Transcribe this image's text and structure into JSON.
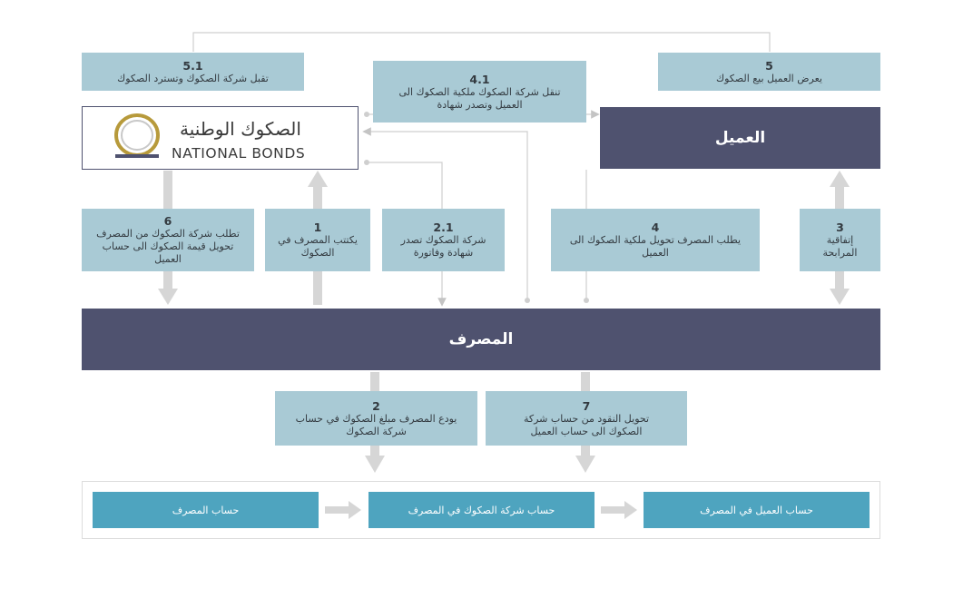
{
  "entities": {
    "customer": "العميل",
    "bank": "المصرف",
    "logo": {
      "arabic": "الصكوك الوطنية",
      "english": "NATIONAL BONDS"
    }
  },
  "steps": {
    "s5_1": {
      "num": "5.1",
      "text": "تقبل شركة الصكوك وتسترد الصكوك"
    },
    "s4_1": {
      "num": "4.1",
      "text": "تنقل شركة الصكوك ملكية الصكوك الى العميل وتصدر شهادة"
    },
    "s5": {
      "num": "5",
      "text": "يعرض العميل بيع الصكوك"
    },
    "s6": {
      "num": "6",
      "text": "تطلب شركة الصكوك من المصرف تحويل قيمة الصكوك الى حساب العميل"
    },
    "s1": {
      "num": "1",
      "text": "يكتتب المصرف في الصكوك"
    },
    "s2_1": {
      "num": "2.1",
      "text": "شركة الصكوك تصدر شهادة وفاتورة"
    },
    "s4": {
      "num": "4",
      "text": "يطلب المصرف تحويل ملكية الصكوك الى العميل"
    },
    "s3": {
      "num": "3",
      "text": "إتفاقية المرابحة"
    },
    "s2": {
      "num": "2",
      "text": "يودع المصرف مبلغ الصكوك في حساب شركة الصكوك"
    },
    "s7": {
      "num": "7",
      "text": "تحويل النقود من حساب شركة الصكوك الى حساب العميل"
    }
  },
  "accounts": {
    "bank_account": "حساب المصرف",
    "company_account": "حساب شركة الصكوك في المصرف",
    "customer_account": "حساب العميل في المصرف"
  },
  "colors": {
    "step_box": "#a9cad5",
    "entity_box": "#4f526f",
    "account_box": "#4ea4bf",
    "arrow": "#d6d6d6",
    "connector": "#cfcfcf",
    "logo_gold": "#b79a3b"
  }
}
